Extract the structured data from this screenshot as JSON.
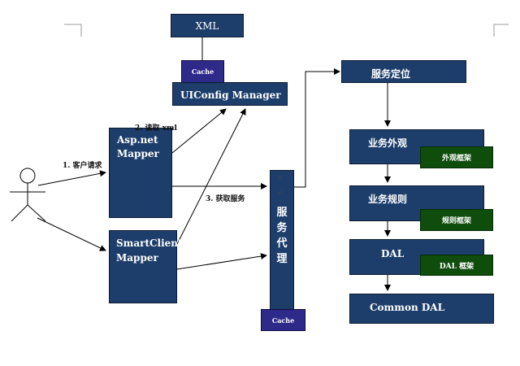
{
  "diagram": {
    "xml_box": "XML",
    "uiconfig_cache": "Cache",
    "uiconfig_manager": "UIConfig Manager",
    "aspnet_mapper_line1": "Asp.net",
    "aspnet_mapper_line2": "Mapper",
    "smartclient_mapper_line1": "SmartClient",
    "smartclient_mapper_line2": "Mapper",
    "service_proxy_chars": [
      "服",
      "务",
      "代",
      "理"
    ],
    "service_proxy_cache": "Cache",
    "service_locator": "服务定位",
    "business_facade": "业务外观",
    "facade_framework": "外观框架",
    "business_rules": "业务规则",
    "rules_framework": "规则框架",
    "dal": "DAL",
    "dal_framework": "DAL 框架",
    "common_dal": "Common DAL",
    "step1_label": "1. 客户请求",
    "step2_label": "2. 读取 xml",
    "step3_label": "3. 获取服务"
  }
}
